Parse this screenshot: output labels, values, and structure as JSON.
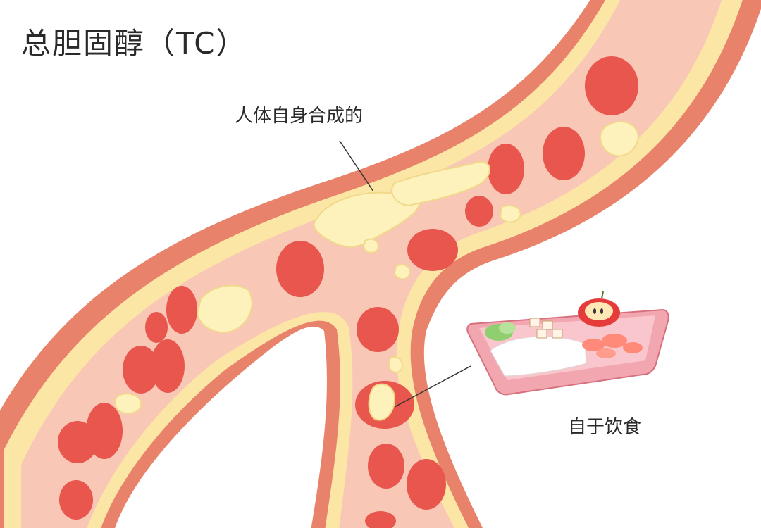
{
  "title": "总胆固醇（TC）",
  "labels": {
    "synthesized": "人体自身合成的",
    "diet": "自于饮食"
  },
  "colors": {
    "vessel_outer": "#e8826a",
    "vessel_wall": "#fbe6a6",
    "lumen": "#f9c7b6",
    "red_cell": "#e8564e",
    "red_cell_center": "#d63d3a",
    "plaque": "#fdf1bc",
    "tray": "#f2a7b0"
  },
  "icons": [
    "food-tray-icon",
    "apple-icon",
    "vegetable-icon",
    "shrimp-icon",
    "rice-icon"
  ]
}
